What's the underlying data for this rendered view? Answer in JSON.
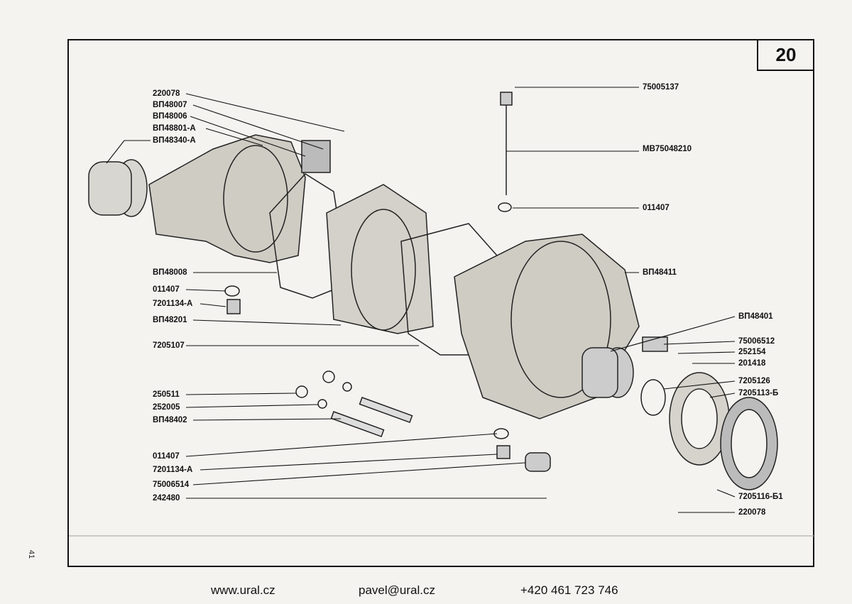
{
  "page_number": "20",
  "side_page_number": "41",
  "labels_left": [
    "220078",
    "ВП48007",
    "ВП48006",
    "ВП48801-А",
    "ВП48340-А",
    "ВП48008",
    "011407",
    "7201134-А",
    "ВП48201",
    "7205107",
    "250511",
    "252005",
    "ВП48402",
    "011407",
    "7201134-А",
    "75006514",
    "242480"
  ],
  "labels_right": [
    "75005137",
    "МВ75048210",
    "011407",
    "ВП48411",
    "ВП48401",
    "75006512",
    "252154",
    "201418",
    "7205126",
    "7205113-Б",
    "7205116-Б1",
    "220078"
  ],
  "footer": {
    "website": "www.ural.cz",
    "email": "pavel@ural.cz",
    "phone": "+420 461 723 746"
  }
}
